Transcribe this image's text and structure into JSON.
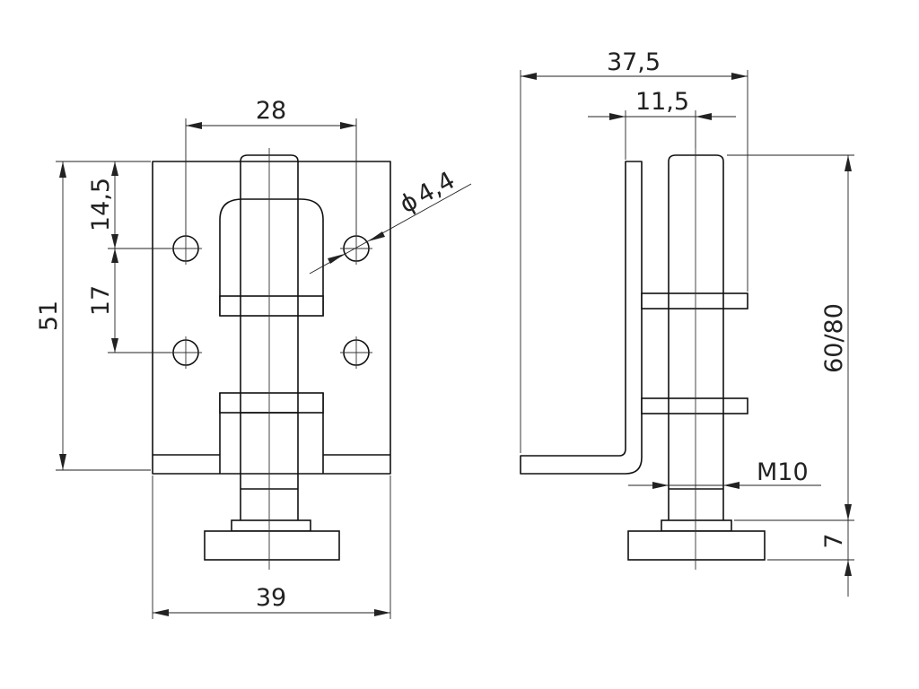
{
  "drawing": {
    "front_view": {
      "dim_width": "39",
      "dim_hole_spacing": "28",
      "dim_height": "51",
      "dim_top_to_hole": "14,5",
      "dim_hole_vertical": "17",
      "dim_hole_diameter": "4,4",
      "diameter_symbol": "ϕ"
    },
    "side_view": {
      "dim_overall_depth": "37,5",
      "dim_pin_offset": "11,5",
      "dim_stroke": "60/80",
      "dim_thread": "M10",
      "dim_foot_height": "7"
    }
  }
}
